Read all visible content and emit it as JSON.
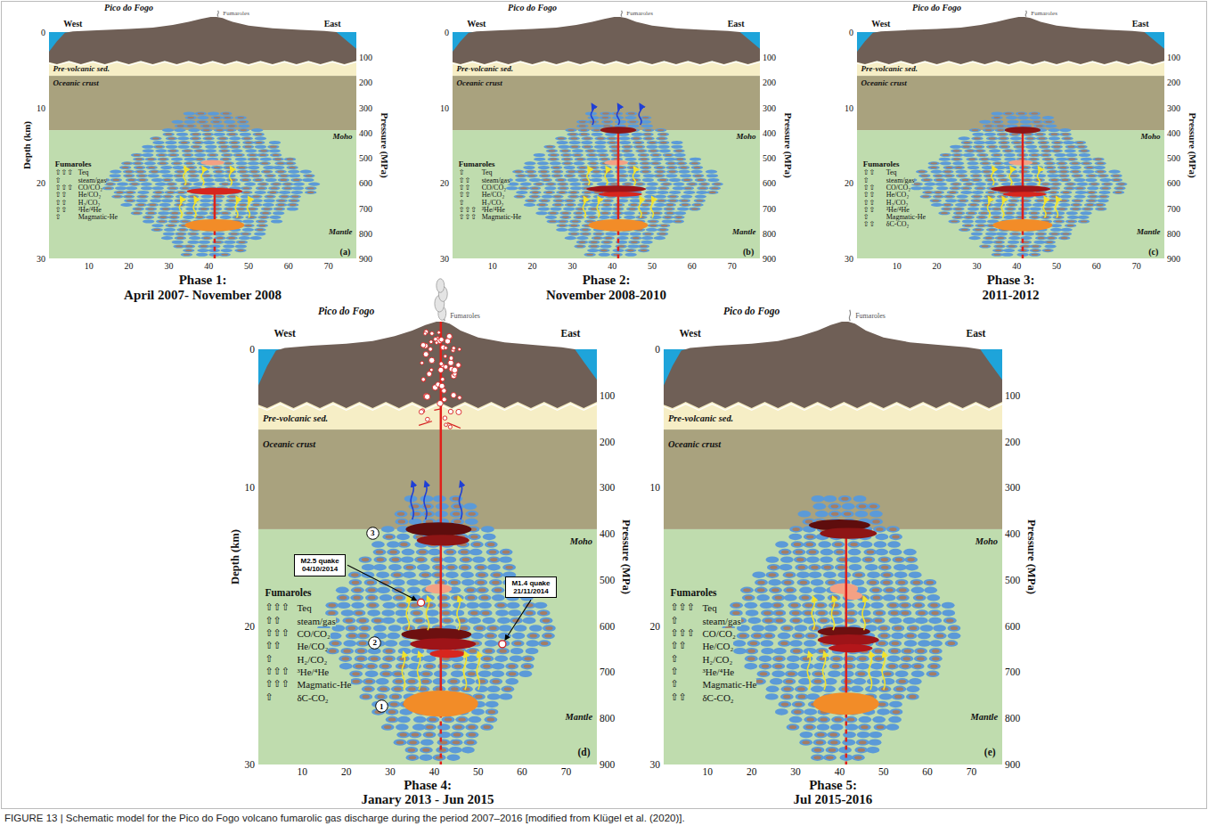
{
  "diagram": {
    "caption": "FIGURE 13 | Schematic model for the Pico do Fogo volcano fumarolic gas discharge during the period 2007–2016 [modified from Klügel et al. (2020)].",
    "nodes": [
      {
        "text": [
          "3"
        ]
      },
      {
        "text": [
          "M2.5 quake 04/10/2014"
        ]
      },
      {
        "text": [
          "M1.4 quake 21/11/2014"
        ]
      },
      {
        "text": [
          "2"
        ]
      },
      {
        "text": [
          "1"
        ]
      }
    ],
    "labels": [
      "Pico do Fogo",
      "Fumaroles",
      "West",
      "East",
      "0",
      "10",
      "20",
      "30",
      "Depth (km)",
      "100",
      "200",
      "300",
      "400",
      "500",
      "600",
      "700",
      "800",
      "900",
      "Pressure (MPa)",
      "10",
      "20",
      "30",
      "40",
      "50",
      "60",
      "70",
      "Pre-volcanic sed.",
      "Oceanic crust",
      "Moho",
      "Mantle",
      "Fumaroles",
      "⇧⇧⇧",
      "Teq",
      "⇧",
      "steam/gas",
      "⇧⇧⇧",
      "CO/CO₂",
      "⇧⇧",
      "He/CO₂",
      "⇧⇧",
      "H₂/CO₂",
      "⇧⇧",
      "³He/⁴He",
      "⇧",
      "Magmatic-He",
      "(a)",
      "Phase 1:",
      "April 2007- November 2008",
      "Pico do Fogo",
      "Fumaroles",
      "West",
      "East",
      "0",
      "10",
      "20",
      "30",
      "100",
      "200",
      "300",
      "400",
      "500",
      "600",
      "700",
      "800",
      "900",
      "Pressure (MPa)",
      "10",
      "20",
      "30",
      "40",
      "50",
      "60",
      "70",
      "Pre-volcanic sed.",
      "Oceanic crust",
      "Moho",
      "Mantle",
      "Fumaroles",
      "⇧",
      "Teq",
      "⇧⇧",
      "steam/gas",
      "⇧⇧",
      "CO/CO₂",
      "⇧⇧",
      "He/CO₂",
      "⇧",
      "H₂/CO₂",
      "⇧⇧⇧",
      "³He/⁴He",
      "⇧⇧⇧",
      "Magmatic-He",
      "(b)",
      "Phase 2:",
      "November 2008-2010",
      "Pico do Fogo",
      "Fumaroles",
      "West",
      "East",
      "0",
      "10",
      "20",
      "30",
      "100",
      "200",
      "300",
      "400",
      "500",
      "600",
      "700",
      "800",
      "900",
      "Pressure (MPa)",
      "10",
      "20",
      "30",
      "40",
      "50",
      "60",
      "70",
      "Pre-volcanic sed.",
      "Oceanic crust",
      "Moho",
      "Mantle",
      "Fumaroles",
      "⇧⇧",
      "Teq",
      "⇧",
      "steam/gas",
      "⇧⇧",
      "CO/CO₂",
      "⇧⇧",
      "He/CO₂",
      "⇧⇧",
      "H₂/CO₂",
      "⇧⇧",
      "³He/⁴He",
      "⇧",
      "Magmatic-He",
      "⇧⇧",
      "δC-CO₂",
      "(c)",
      "Phase 3:",
      "2011-2012",
      "Pico do Fogo",
      "Fumaroles",
      "West",
      "East",
      "0",
      "10",
      "20",
      "30",
      "Depth (km)",
      "100",
      "200",
      "300",
      "400",
      "500",
      "600",
      "700",
      "800",
      "900",
      "Pressure (MPa)",
      "10",
      "20",
      "30",
      "40",
      "50",
      "60",
      "70",
      "Pre-volcanic sed.",
      "Oceanic crust",
      "Moho",
      "Mantle",
      "Fumaroles",
      "⇧⇧⇧",
      "Teq",
      "⇧⇧",
      "steam/gas",
      "⇧⇧⇧",
      "CO/CO₂",
      "⇧⇧",
      "He/CO₂",
      "⇧",
      "H₂/CO₂",
      "⇧⇧⇧",
      "³He/⁴He",
      "⇧⇧⇧",
      "Magmatic-He",
      "⇧",
      "δC-CO₂",
      "(d)",
      "Phase 4:",
      "Janary 2013 - Jun 2015",
      "Pico do Fogo",
      "Fumaroles",
      "West",
      "East",
      "0",
      "10",
      "20",
      "30",
      "100",
      "200",
      "300",
      "400",
      "500",
      "600",
      "700",
      "800",
      "900",
      "Pressure (MPa)",
      "10",
      "20",
      "30",
      "40",
      "50",
      "60",
      "70",
      "Pre-volcanic sed.",
      "Oceanic crust",
      "Moho",
      "Mantle",
      "Fumaroles",
      "⇧⇧⇧",
      "Teq",
      "⇧",
      "steam/gas",
      "⇧⇧⇧",
      "CO/CO₂",
      "⇧⇧",
      "He/CO₂",
      "⇧",
      "H₂/CO₂",
      "⇧",
      "³He/⁴He",
      "⇧",
      "Magmatic-He",
      "⇧⇧",
      "δC-CO₂",
      "(e)",
      "Phase 5:",
      "Jul 2015-2016"
    ]
  }
}
